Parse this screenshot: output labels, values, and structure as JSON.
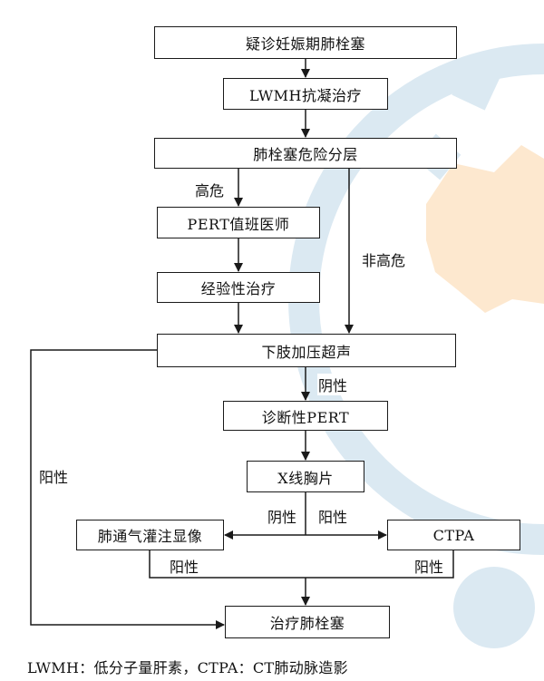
{
  "nodes": {
    "suspected_pe": "疑诊妊娠期肺栓塞",
    "lwmh_therapy": "LWMH抗凝治疗",
    "risk_strat": "肺栓塞危险分层",
    "pert_doctor": "PERT值班医师",
    "empiric_tx": "经验性治疗",
    "leg_us": "下肢加压超声",
    "dx_pert": "诊断性PERT",
    "cxr": "X线胸片",
    "vq_scan": "肺通气灌注显像",
    "ctpa": "CTPA",
    "treat_pe": "治疗肺栓塞"
  },
  "edge_labels": {
    "high_risk": "高危",
    "non_high_risk": "非高危",
    "negative_us": "阴性",
    "positive_us": "阳性",
    "cxr_negative": "阴性",
    "cxr_positive": "阳性",
    "vq_positive": "阳性",
    "ctpa_positive": "阳性"
  },
  "caption": "LWMH：低分子量肝素，CTPA：CT肺动脉造影",
  "colors": {
    "line": "#1a1a1a",
    "watermark_blue": "#dbe9f2",
    "watermark_orange": "#fde8cf"
  }
}
